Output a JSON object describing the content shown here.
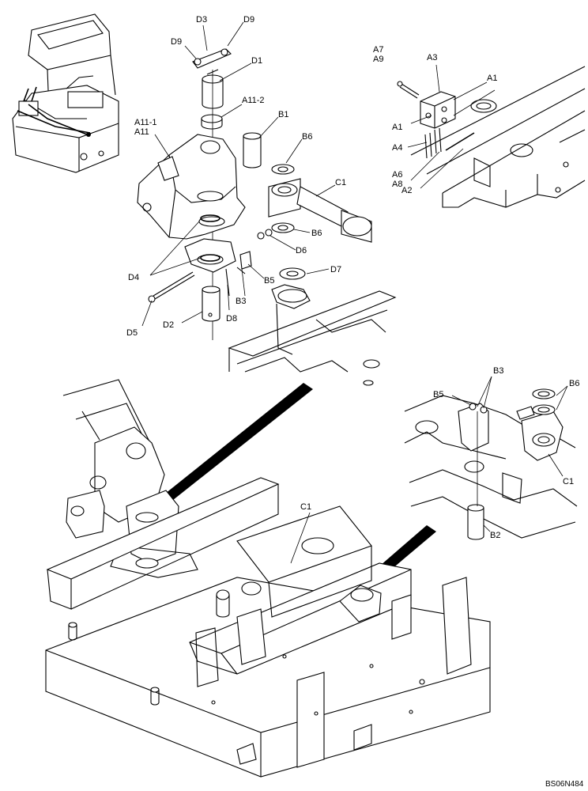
{
  "drawing_ref": "BS06N484",
  "labels": {
    "D3": "D3",
    "D9a": "D9",
    "D9b": "D9",
    "D1": "D1",
    "A11_2": "A11-2",
    "A11_1": "A11-1",
    "A11": "A11",
    "B1": "B1",
    "B6a": "B6",
    "C1a": "C1",
    "B6b": "B6",
    "D6": "D6",
    "D4": "D4",
    "B5a": "B5",
    "D7": "D7",
    "B3a": "B3",
    "D5": "D5",
    "D2": "D2",
    "D8": "D8",
    "A7": "A7",
    "A9": "A9",
    "A3": "A3",
    "A1a": "A1",
    "A1b": "A1",
    "A4": "A4",
    "A6": "A6",
    "A8": "A8",
    "A2": "A2",
    "B3b": "B3",
    "B5b": "B5",
    "B6c": "B6",
    "C1b": "C1",
    "B2": "B2",
    "C1c": "C1"
  }
}
